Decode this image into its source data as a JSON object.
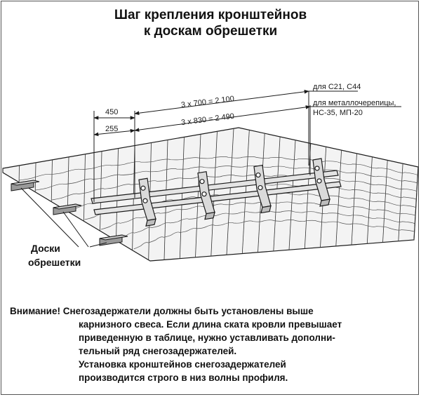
{
  "title": {
    "line1": "Шаг крепления кронштейнов",
    "line2": "к доскам обрешетки"
  },
  "dimensions": {
    "offset_c21": "450",
    "offset_metal": "255",
    "span_c21": "3 x 700 = 2 100",
    "span_metal": "3 x 830 = 2 490"
  },
  "profile_labels": {
    "c21": "для С21, С44",
    "metal_line1": "для металлочерепицы,",
    "metal_line2": "НС-35, МП-20"
  },
  "battens_label": {
    "line1": "Доски",
    "line2": "обрешетки"
  },
  "note": {
    "lead": "Внимание!",
    "line1": "Снегозадержатели должны быть установлены выше",
    "line2": "карнизного свеса. Если длина ската кровли превышает",
    "line3": "приведенную в таблице, нужно уставливать дополни-",
    "line4": "тельный ряд снегозадержателей.",
    "line5": "Установка кронштейнов снегозадержателей",
    "line6": "производится строго в низ волны профиля."
  },
  "colors": {
    "line": "#1a1a1a",
    "sheet_fill": "#f2f2f2",
    "bracket_fill": "#d9d9d9",
    "batten_fill": "#8c8c8c"
  }
}
